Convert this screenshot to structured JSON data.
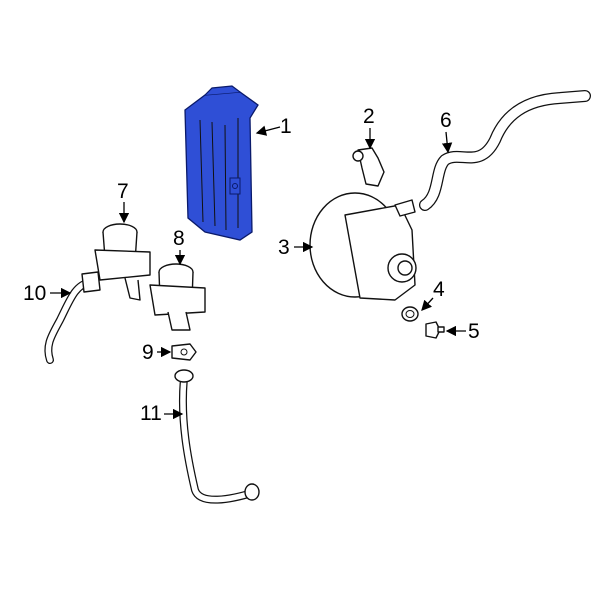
{
  "diagram": {
    "highlight_color": "#2f4fd6",
    "callouts": [
      {
        "id": "1",
        "label": "1"
      },
      {
        "id": "2",
        "label": "2"
      },
      {
        "id": "3",
        "label": "3"
      },
      {
        "id": "4",
        "label": "4"
      },
      {
        "id": "5",
        "label": "5"
      },
      {
        "id": "6",
        "label": "6"
      },
      {
        "id": "7",
        "label": "7"
      },
      {
        "id": "8",
        "label": "8"
      },
      {
        "id": "9",
        "label": "9"
      },
      {
        "id": "10",
        "label": "10"
      },
      {
        "id": "11",
        "label": "11"
      }
    ]
  }
}
